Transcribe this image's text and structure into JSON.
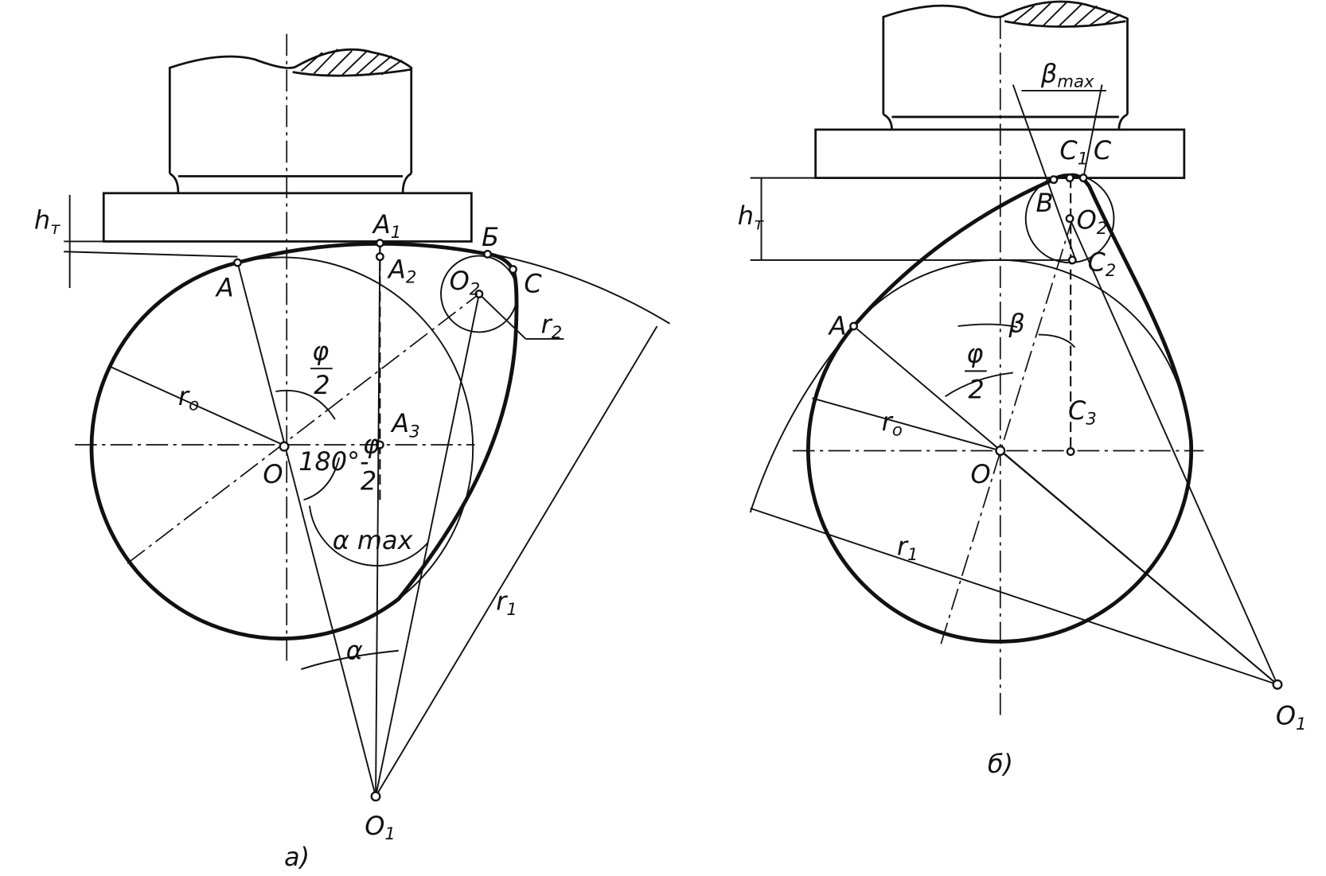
{
  "figure_a": {
    "caption": "а)",
    "labels": {
      "A": "A",
      "A1": {
        "main": "A",
        "sub": "1"
      },
      "A2": {
        "main": "A",
        "sub": "2"
      },
      "A3": {
        "main": "A",
        "sub": "3"
      },
      "B": "Б",
      "O2": {
        "main": "O",
        "sub": "2"
      },
      "C": "C",
      "r2": {
        "main": "r",
        "sub": "2"
      },
      "r0": {
        "main": "r",
        "sub": "o"
      },
      "phi_half": {
        "num": "φ",
        "den": "2"
      },
      "angle_180": "180°-",
      "angle_180_frac": {
        "num": "φ",
        "den": "2"
      },
      "O": "O",
      "alpha_max": "α max",
      "alpha": "α",
      "r1": {
        "main": "r",
        "sub": "1"
      },
      "O1": {
        "main": "O",
        "sub": "1"
      },
      "hT": {
        "main": "h",
        "sub": "т"
      }
    }
  },
  "figure_b": {
    "caption": "б)",
    "labels": {
      "beta_max": {
        "main": "β",
        "sub": "max"
      },
      "C1": {
        "main": "C",
        "sub": "1"
      },
      "C": "C",
      "B": "B",
      "O2": {
        "main": "O",
        "sub": "2"
      },
      "C2": {
        "main": "C",
        "sub": "2"
      },
      "hT": {
        "main": "h",
        "sub": "т"
      },
      "A": "A",
      "beta": "β",
      "phi_half": {
        "num": "φ",
        "den": "2"
      },
      "r0": {
        "main": "r",
        "sub": "o"
      },
      "C3": {
        "main": "C",
        "sub": "3"
      },
      "O": "O",
      "r1": {
        "main": "r",
        "sub": "1"
      },
      "O1": {
        "main": "O",
        "sub": "1"
      }
    }
  }
}
